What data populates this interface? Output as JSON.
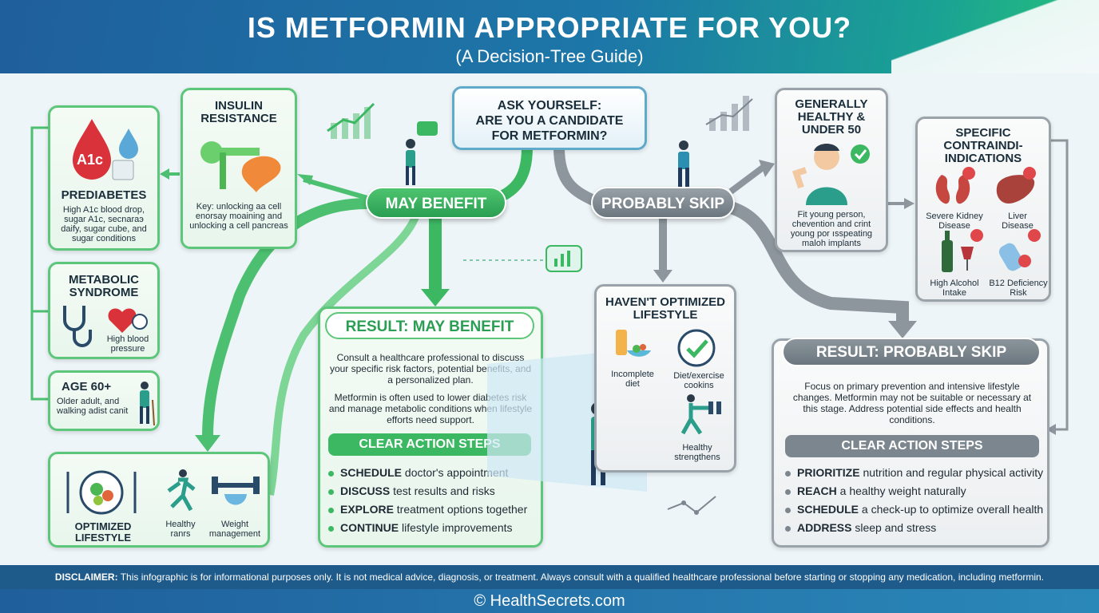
{
  "header": {
    "title": "IS METFORMIN APPROPRIATE FOR YOU?",
    "subtitle": "(A Decision-Tree Guide)"
  },
  "question": {
    "line1": "ASK YOURSELF:",
    "line2": "ARE YOU A CANDIDATE",
    "line3": "FOR METFORMIN?"
  },
  "branches": {
    "may_benefit": "MAY BENEFIT",
    "probably_skip": "PROBABLY SKIP"
  },
  "left_cards": {
    "prediabetes": {
      "badge": "A1c",
      "title": "PREDIABETES",
      "text": "High A1c blood drop, sugar A1c, ѕecnaraэ daify, sugar cube, and sugar conditions"
    },
    "insulin": {
      "title": "INSULIN RESISTANCE",
      "text": "Key: unlocking aa cell enorsay moaining and unlocking a cell pancreas"
    },
    "metabolic": {
      "title": "METABOLIC SYNDROME",
      "caption": "High blood pressure"
    },
    "age": {
      "title": "AGE 60+",
      "text": "Older adult, and walking adist canit"
    },
    "optimized": {
      "title": "OPTIMIZED LIFESTYLE",
      "item1": "Healthy ranrs",
      "item2": "Weight management"
    }
  },
  "result_benefit": {
    "title": "RESULT: MAY BENEFIT",
    "para1": "Consult a healthcare professional to discuss your specific risk factors, potential benefits, and a personalized plan.",
    "para2": "Metformin is often used to lower diabetes risk and manage metabolic conditions when lifestyle efforts need support.",
    "steps_title": "CLEAR ACTION STEPS",
    "steps": [
      {
        "bold": "SCHEDULE",
        "rest": " doctor's appointment"
      },
      {
        "bold": "DISCUSS",
        "rest": " test results and risks"
      },
      {
        "bold": "EXPLORE",
        "rest": " treatment options together"
      },
      {
        "bold": "CONTINUE",
        "rest": " lifestyle improvements"
      }
    ]
  },
  "right_cards": {
    "healthy": {
      "title": "GENERALLY HEALTHY & UNDER 50",
      "text": "Fit young person, chevention and crint young por ısspeating maloh implants"
    },
    "contra": {
      "title": "SPECIFIC CONTRAINDI- INDICATIONS",
      "items": [
        "Severe Kidney Disease",
        "Liver Disease",
        "High Alcohol Intake",
        "B12 Deficiency Risk"
      ]
    },
    "lifestyle": {
      "title": "HAVEN'T OPTIMIZED LIFESTYLE",
      "items": [
        "Incomplete diet",
        "Diet/exercise cookins",
        "Healthy strengthens"
      ]
    }
  },
  "result_skip": {
    "title": "RESULT: PROBABLY SKIP",
    "para": "Focus on primary prevention and intensive lifestyle changes. Metformin may not be suitable or necessary at this stage. Address potential side effects and health conditions.",
    "steps_title": "CLEAR ACTION STEPS",
    "steps": [
      {
        "bold": "PRIORITIZE",
        "rest": " nutrition and regular physical activity"
      },
      {
        "bold": "REACH",
        "rest": " a healthy weight naturally"
      },
      {
        "bold": "SCHEDULE",
        "rest": " a check-up to optimize overall health"
      },
      {
        "bold": "ADDRESS",
        "rest": " sleep and stress"
      }
    ]
  },
  "disclaimer": {
    "label": "DISCLAIMER:",
    "text": " This infographic is for informational purposes only. It is not medical advice, diagnosis, or treatment. Always consult with a qualified healthcare professional before starting or stopping any medication, including metformin."
  },
  "footer": "© HealthSecrets.com",
  "colors": {
    "green": "#3cb863",
    "gray": "#7c868e",
    "blue": "#1f5f9c"
  }
}
